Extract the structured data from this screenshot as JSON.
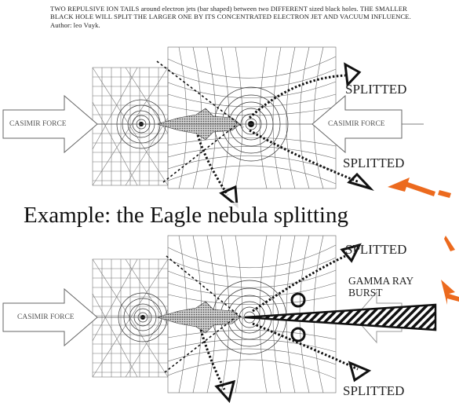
{
  "caption": "TWO REPULSIVE ION TAILS around electron jets (bar shaped) between two DIFFERENT sized black holes. THE SMALLER BLACK HOLE WILL SPLIT THE LARGER ONE BY ITS CONCENTRATED ELECTRON JET AND VACUUM INFLUENCE. Author: leo Vuyk.",
  "example_title": "Example: the Eagle nebula splitting",
  "top_panel": {
    "casimir_left": "CASIMIR FORCE",
    "casimir_right": "CASIMIR FORCE",
    "splitted_upper": "SPLITTED",
    "splitted_lower": "SPLITTED"
  },
  "bottom_panel": {
    "casimir_left": "CASIMIR FORCE",
    "splitted_upper": "SPLITTED",
    "splitted_lower": "SPLITTED",
    "gamma_line1": "GAMMA RAY",
    "gamma_line2": "BURST"
  },
  "colors": {
    "accent_arrow": "#ec6a1e",
    "ink": "#111111"
  }
}
